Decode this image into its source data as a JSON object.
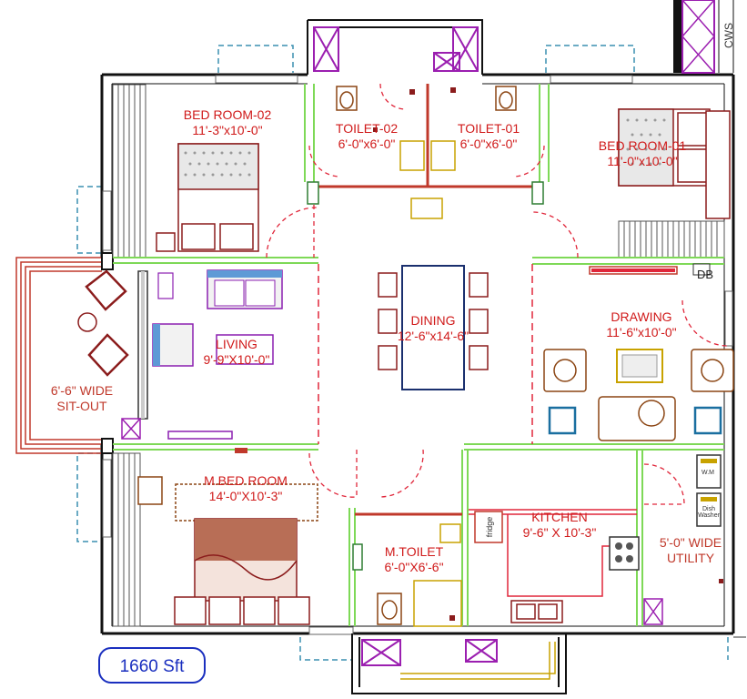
{
  "rooms": {
    "bedroom2": {
      "name": "BED ROOM-02",
      "size": "11'-3\"x10'-0\""
    },
    "toilet2": {
      "name": "TOILET-02",
      "size": "6'-0\"x6'-0\""
    },
    "toilet1": {
      "name": "TOILET-01",
      "size": "6'-0\"x6'-0\""
    },
    "bedroom1": {
      "name": "BED ROOM-01",
      "size": "11'-0\"x10'-0\""
    },
    "living": {
      "name": "LIVING",
      "size": "9'-9\"X10'-0\""
    },
    "dining": {
      "name": "DINING",
      "size": "12'-6\"x14'-6\""
    },
    "drawing": {
      "name": "DRAWING",
      "size": "11'-6\"x10'-0\""
    },
    "sitout": {
      "name": "SIT-OUT",
      "size": "6'-6\" WIDE"
    },
    "master_bedroom": {
      "name": "M.BED ROOM",
      "size": "14'-0\"X10'-3\""
    },
    "master_toilet": {
      "name": "M.TOILET",
      "size": "6'-0\"X6'-6\""
    },
    "kitchen": {
      "name": "KITCHEN",
      "size": "9'-6\" X 10'-3\""
    },
    "utility": {
      "name": "UTILITY",
      "size": "5'-0\" WIDE"
    }
  },
  "tags": {
    "cws": "CWS",
    "db": "DB",
    "fridge": "fridge",
    "wm": "W.M",
    "dishwasher": "Dish Washer"
  },
  "area_badge": "1660 Sft",
  "colors": {
    "room_label": "#d01a1a",
    "wall": "#111111",
    "partition": "#7ed957",
    "door_swing": "#e0263a",
    "window": "#3a8fb0",
    "furniture": "#a0522d",
    "fixture": "#9b1fb0",
    "badge": "#1a2fbf"
  }
}
